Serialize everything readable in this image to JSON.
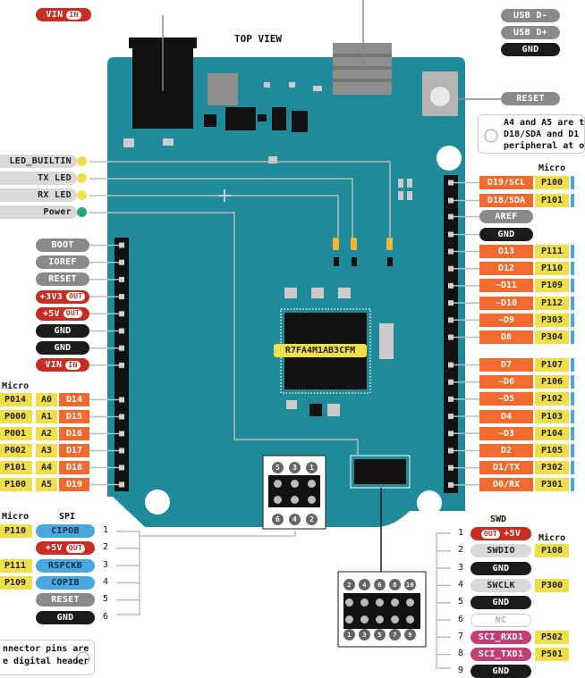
{
  "title": "TOP VIEW",
  "top_right": {
    "usb_dm": "USB D-",
    "usb_dp": "USB D+",
    "gnd": "GND",
    "reset": "RESET",
    "note_line1": "A4 and A5 are t",
    "note_line2": "D18/SDA and D1",
    "note_line3": "peripheral at o"
  },
  "vin_top": {
    "label": "VIN",
    "badge": "IN"
  },
  "leds": [
    {
      "label": "LED_BUILTIN"
    },
    {
      "label": "TX LED"
    },
    {
      "label": "RX LED"
    },
    {
      "label": "Power"
    }
  ],
  "left_power": [
    {
      "label": "BOOT",
      "badge": ""
    },
    {
      "label": "IOREF",
      "badge": ""
    },
    {
      "label": "RESET",
      "badge": ""
    },
    {
      "label": "+3V3",
      "badge": "OUT"
    },
    {
      "label": "+5V",
      "badge": "OUT"
    },
    {
      "label": "GND",
      "badge": ""
    },
    {
      "label": "GND",
      "badge": ""
    },
    {
      "label": "VIN",
      "badge": "IN"
    }
  ],
  "left_micro_header": "Micro",
  "left_analog": [
    {
      "micro": "P014",
      "a": "A0",
      "d": "D14"
    },
    {
      "micro": "P000",
      "a": "A1",
      "d": "D15"
    },
    {
      "micro": "P001",
      "a": "A2",
      "d": "D16"
    },
    {
      "micro": "P002",
      "a": "A3",
      "d": "D17"
    },
    {
      "micro": "P101",
      "a": "A4",
      "d": "D18"
    },
    {
      "micro": "P100",
      "a": "A5",
      "d": "D19"
    }
  ],
  "right_micro_header": "Micro",
  "right_top": [
    {
      "label": "D19/SCL",
      "micro": "P100"
    },
    {
      "label": "D18/SDA",
      "micro": "P101"
    }
  ],
  "right_aref": "AREF",
  "right_gnd": "GND",
  "right_digital_a": [
    {
      "label": "D13",
      "micro": "P111"
    },
    {
      "label": "D12",
      "micro": "P110"
    },
    {
      "label": "~D11",
      "micro": "P109"
    },
    {
      "label": "~D10",
      "micro": "P112"
    },
    {
      "label": "~D9",
      "micro": "P303"
    },
    {
      "label": "D8",
      "micro": "P304"
    }
  ],
  "right_digital_b": [
    {
      "label": "D7",
      "micro": "P107"
    },
    {
      "label": "~D6",
      "micro": "P106"
    },
    {
      "label": "~D5",
      "micro": "P102"
    },
    {
      "label": "D4",
      "micro": "P103"
    },
    {
      "label": "~D3",
      "micro": "P104"
    },
    {
      "label": "D2",
      "micro": "P105"
    },
    {
      "label": "D1/TX",
      "micro": "P302"
    },
    {
      "label": "D0/RX",
      "micro": "P301"
    }
  ],
  "chip": "R7FA4M1AB3CFM",
  "icsp_top_nums": [
    "5",
    "3",
    "1"
  ],
  "icsp_bot_nums": [
    "6",
    "4",
    "2"
  ],
  "spi": {
    "micro_header": "Micro",
    "spi_header": "SPI",
    "rows": [
      {
        "micro": "P110",
        "label": "CIPOB",
        "num": "1",
        "color": "blue"
      },
      {
        "micro": "",
        "label": "+5V",
        "badge": "OUT",
        "num": "2",
        "color": "red"
      },
      {
        "micro": "P111",
        "label": "RSPCKB",
        "num": "3",
        "color": "blue"
      },
      {
        "micro": "P109",
        "label": "COPIB",
        "num": "4",
        "color": "blue"
      },
      {
        "micro": "",
        "label": "RESET",
        "num": "5",
        "color": "grey"
      },
      {
        "micro": "",
        "label": "GND",
        "num": "6",
        "color": "dark"
      }
    ]
  },
  "swd": {
    "header": "SWD",
    "micro_header": "Micro",
    "top_nums": [
      "2",
      "4",
      "6",
      "8",
      "10"
    ],
    "bot_nums": [
      "1",
      "3",
      "5",
      "7",
      "9"
    ],
    "rows": [
      {
        "num": "1",
        "label": "+5V",
        "badge": "OUT",
        "micro": "",
        "color": "red"
      },
      {
        "num": "2",
        "label": "SWDIO",
        "micro": "P108",
        "color": "lgrey"
      },
      {
        "num": "3",
        "label": "GND",
        "micro": "",
        "color": "dark"
      },
      {
        "num": "4",
        "label": "SWCLK",
        "micro": "P300",
        "color": "lgrey"
      },
      {
        "num": "5",
        "label": "GND",
        "micro": "",
        "color": "dark"
      },
      {
        "num": "6",
        "label": "NC",
        "micro": "",
        "color": "nc"
      },
      {
        "num": "7",
        "label": "SCI_RXD1",
        "micro": "P502",
        "color": "pink"
      },
      {
        "num": "8",
        "label": "SCI_TXD1",
        "micro": "P501",
        "color": "pink"
      },
      {
        "num": "9",
        "label": "GND",
        "micro": "",
        "color": "dark"
      }
    ]
  },
  "bottom_note": {
    "line1": "nnector pins are",
    "line2": "e digital header"
  },
  "colors": {
    "board": "#1f8a99",
    "power": "#c62d23",
    "digital": "#f26a2e",
    "micro": "#f1df4a",
    "spi": "#4aa7df",
    "serial": "#c23f74",
    "gnd": "#1b1b1b",
    "other": "#8a8a8a"
  }
}
